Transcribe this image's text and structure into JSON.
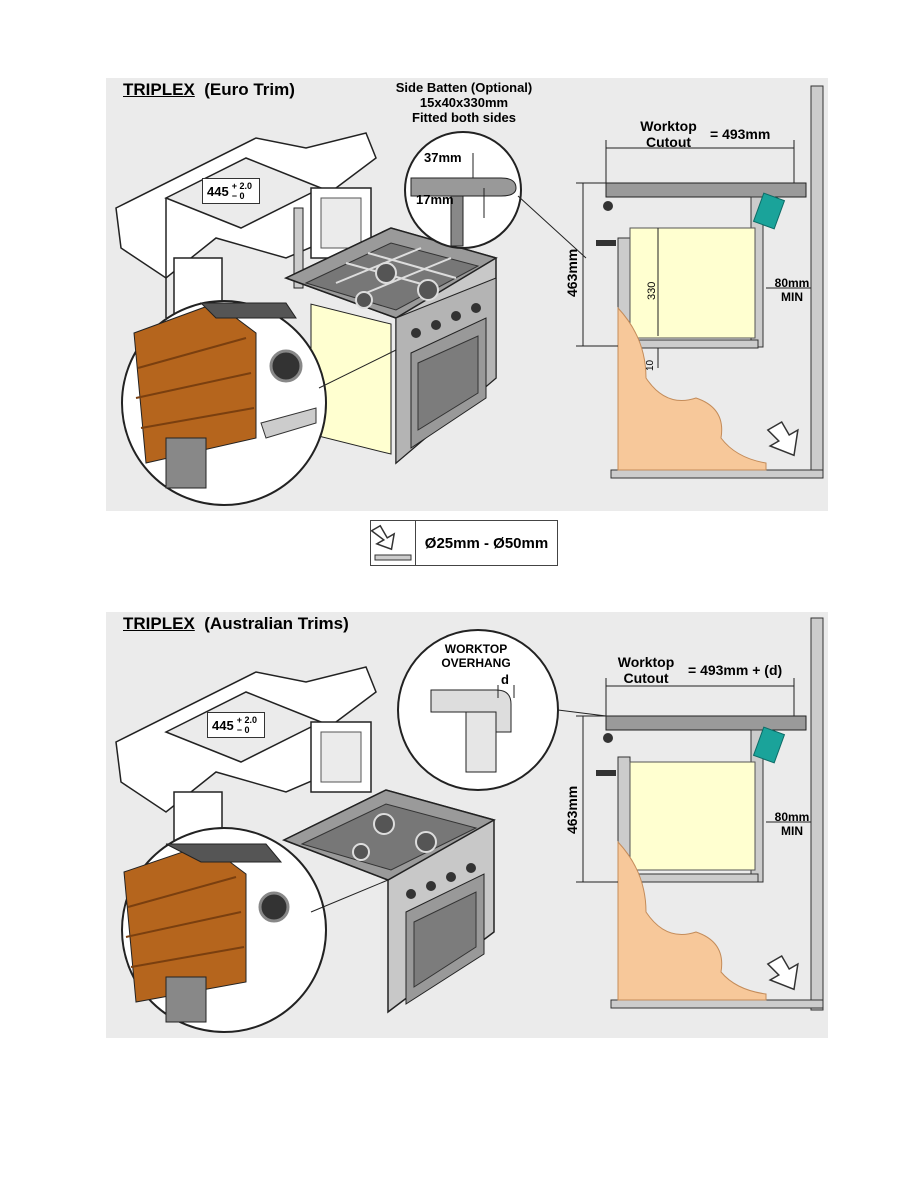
{
  "euro": {
    "title_brand": "TRIPLEX",
    "title_trim": "(Euro Trim)",
    "batten_line1": "Side Batten (Optional)",
    "batten_line2": "15x40x330mm",
    "batten_line3": "Fitted both sides",
    "dim_37": "37mm",
    "dim_17": "17mm",
    "width_main": "445",
    "tol_plus": "+ 2.0",
    "tol_minus": "− 0",
    "worktop_line1": "Worktop",
    "worktop_line2": "Cutout",
    "worktop_value": "= 493mm",
    "height": "463mm",
    "batten_height": "330",
    "gap": "10",
    "clearance_value": "80mm",
    "clearance_min": "MIN"
  },
  "legend": {
    "icon": "vent-arrow-icon",
    "text": "Ø25mm - Ø50mm"
  },
  "aus": {
    "title_brand": "TRIPLEX",
    "title_trim": "(Australian Trims)",
    "overhang_line1": "WORKTOP",
    "overhang_line2": "OVERHANG",
    "overhang_d": "d",
    "width_main": "445",
    "tol_plus": "+ 2.0",
    "tol_minus": "− 0",
    "worktop_line1": "Worktop",
    "worktop_line2": "Cutout",
    "worktop_value": "= 493mm + (d)",
    "height": "463mm",
    "clearance_value": "80mm",
    "clearance_min": "MIN"
  },
  "colors": {
    "panel": "#ebebeb",
    "cream": "#ffffd0",
    "wall": "#f7c89a",
    "steel": "#8c8c8c",
    "wood": "#b5651d",
    "teal": "#1aa39a"
  }
}
